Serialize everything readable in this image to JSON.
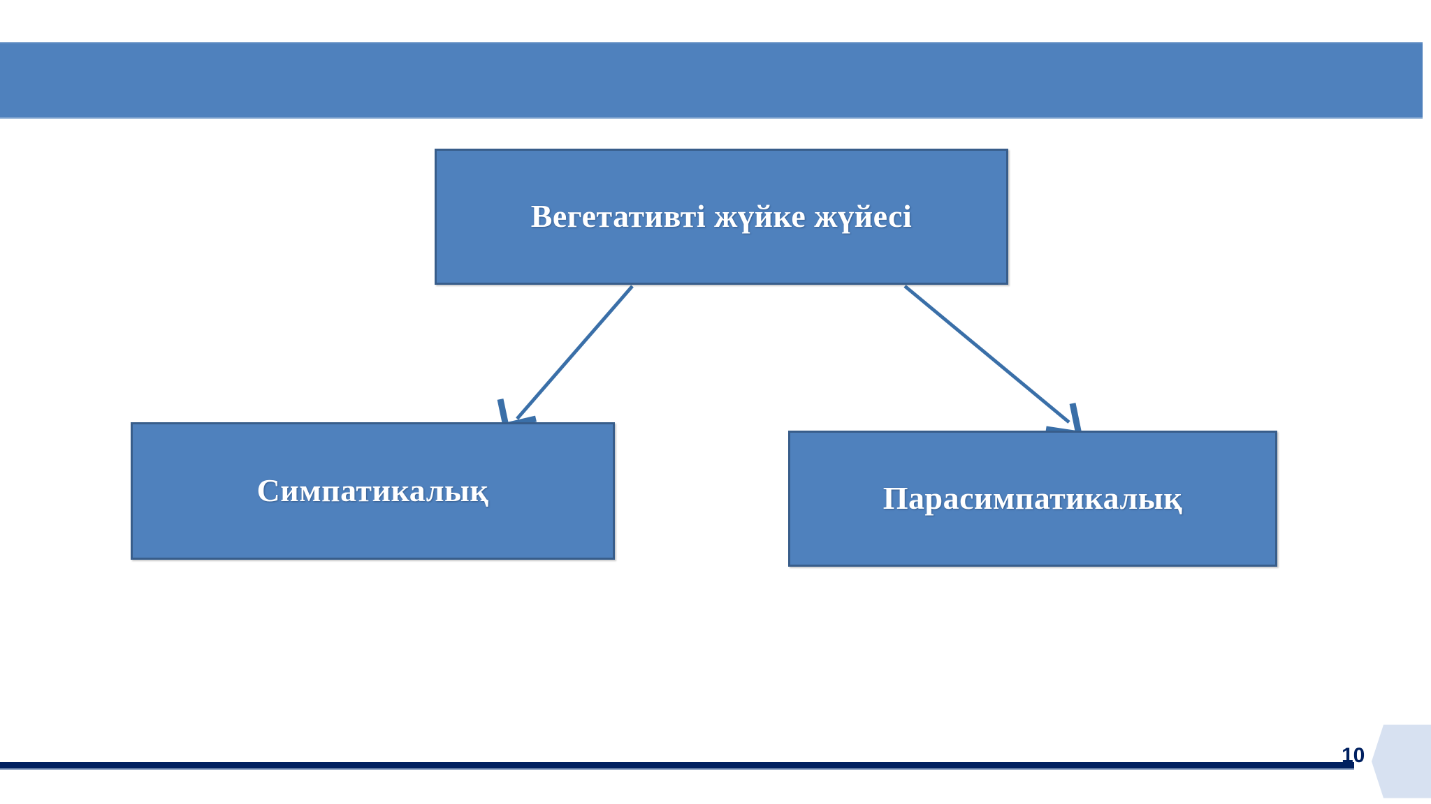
{
  "slide": {
    "page_number": "10",
    "banner": {
      "name": "top-decorative-banner"
    }
  },
  "diagram": {
    "type": "hierarchy-flowchart",
    "root": {
      "id": "vegetative-nervous-system",
      "label": "Вегетативті жүйке жүйесі"
    },
    "children": [
      {
        "id": "sympathetic",
        "label": "Симпатикалық"
      },
      {
        "id": "parasympathetic",
        "label": "Парасимпатикалық"
      }
    ],
    "connectors": [
      {
        "from": "vegetative-nervous-system",
        "to": "sympathetic",
        "style": "arrow-down-left"
      },
      {
        "from": "vegetative-nervous-system",
        "to": "parasympathetic",
        "style": "arrow-down-right"
      }
    ]
  },
  "colors": {
    "box_fill": "#4F81BD",
    "box_border": "#385D8A",
    "box_text": "#FFFFFF",
    "banner_fill": "#4F81BD",
    "footer_rule": "#002060",
    "page_number_shape": "#D7E1F1",
    "connector": "#3A6FA8",
    "background": "#FFFFFF"
  }
}
